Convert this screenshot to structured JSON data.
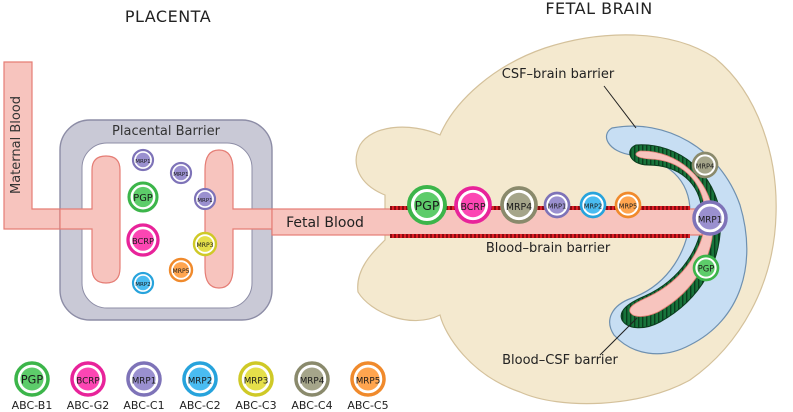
{
  "headings": {
    "placenta": "PLACENTA",
    "fetal_brain": "FETAL BRAIN"
  },
  "labels": {
    "maternal_blood": "Maternal Blood",
    "placental_barrier": "Placental Barrier",
    "fetal_blood": "Fetal Blood",
    "csf_brain_barrier": "CSF–brain barrier",
    "blood_brain_barrier": "Blood–brain barrier",
    "blood_csf_barrier": "Blood–CSF barrier"
  },
  "transporter_colors": {
    "PGP": "#3cb54a",
    "BCRP": "#e8239a",
    "MRP1": "#7e73b8",
    "MRP2": "#27a3dc",
    "MRP3": "#cfc927",
    "MRP4": "#8a8a6c",
    "MRP5": "#f08a2c"
  },
  "colors": {
    "vessel": "#f7c4be",
    "vessel_stroke": "#e57d75",
    "placenta_box": "#c9c9d6",
    "brain": "#f4e9cf",
    "ventricle": "#c7def3",
    "barrier_red": "#dd1f26",
    "barrier_green": "#17733a"
  },
  "placenta_transporters": {
    "left_branch": [
      "MRP1",
      "PGP",
      "BCRP",
      "MRP2"
    ],
    "right_branch": [
      "MRP1",
      "MRP1",
      "MRP3",
      "MRP5"
    ]
  },
  "bbb_transporters": [
    "PGP",
    "BCRP",
    "MRP4",
    "MRP1",
    "MRP2",
    "MRP5"
  ],
  "choroid_transporters": [
    "MRP4",
    "MRP1",
    "PGP"
  ],
  "legend": [
    {
      "name": "PGP",
      "gene": "ABC-B1"
    },
    {
      "name": "BCRP",
      "gene": "ABC-G2"
    },
    {
      "name": "MRP1",
      "gene": "ABC-C1"
    },
    {
      "name": "MRP2",
      "gene": "ABC-C2"
    },
    {
      "name": "MRP3",
      "gene": "ABC-C3"
    },
    {
      "name": "MRP4",
      "gene": "ABC-C4"
    },
    {
      "name": "MRP5",
      "gene": "ABC-C5"
    }
  ]
}
